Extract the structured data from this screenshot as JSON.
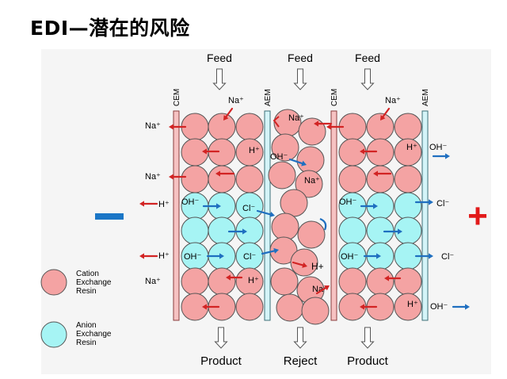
{
  "title": "EDI—潜在的风险",
  "labels": {
    "feed": "Feed",
    "product": "Product",
    "reject": "Reject",
    "cem": "CEM",
    "aem": "AEM",
    "na": "Na⁺",
    "h": "H⁺",
    "h_plus": "H+",
    "oh": "OH⁻",
    "cl": "Cl⁻",
    "plus": "+",
    "minus": "−"
  },
  "legend": {
    "cation": [
      "Cation",
      "Exchange",
      "Resin"
    ],
    "anion": [
      "Anion",
      "Exchange",
      "Resin"
    ]
  },
  "colors": {
    "cation_fill": "#f4a3a3",
    "anion_fill": "#a6f4f4",
    "cem_fill": "#f6c2c2",
    "aem_fill": "#d4f4f8",
    "arrow_red": "#d22424",
    "arrow_blue": "#1f6fc0",
    "minus_color": "#1a76c6",
    "plus_color": "#e21a1a",
    "box_fill": "#f5f5f5"
  }
}
